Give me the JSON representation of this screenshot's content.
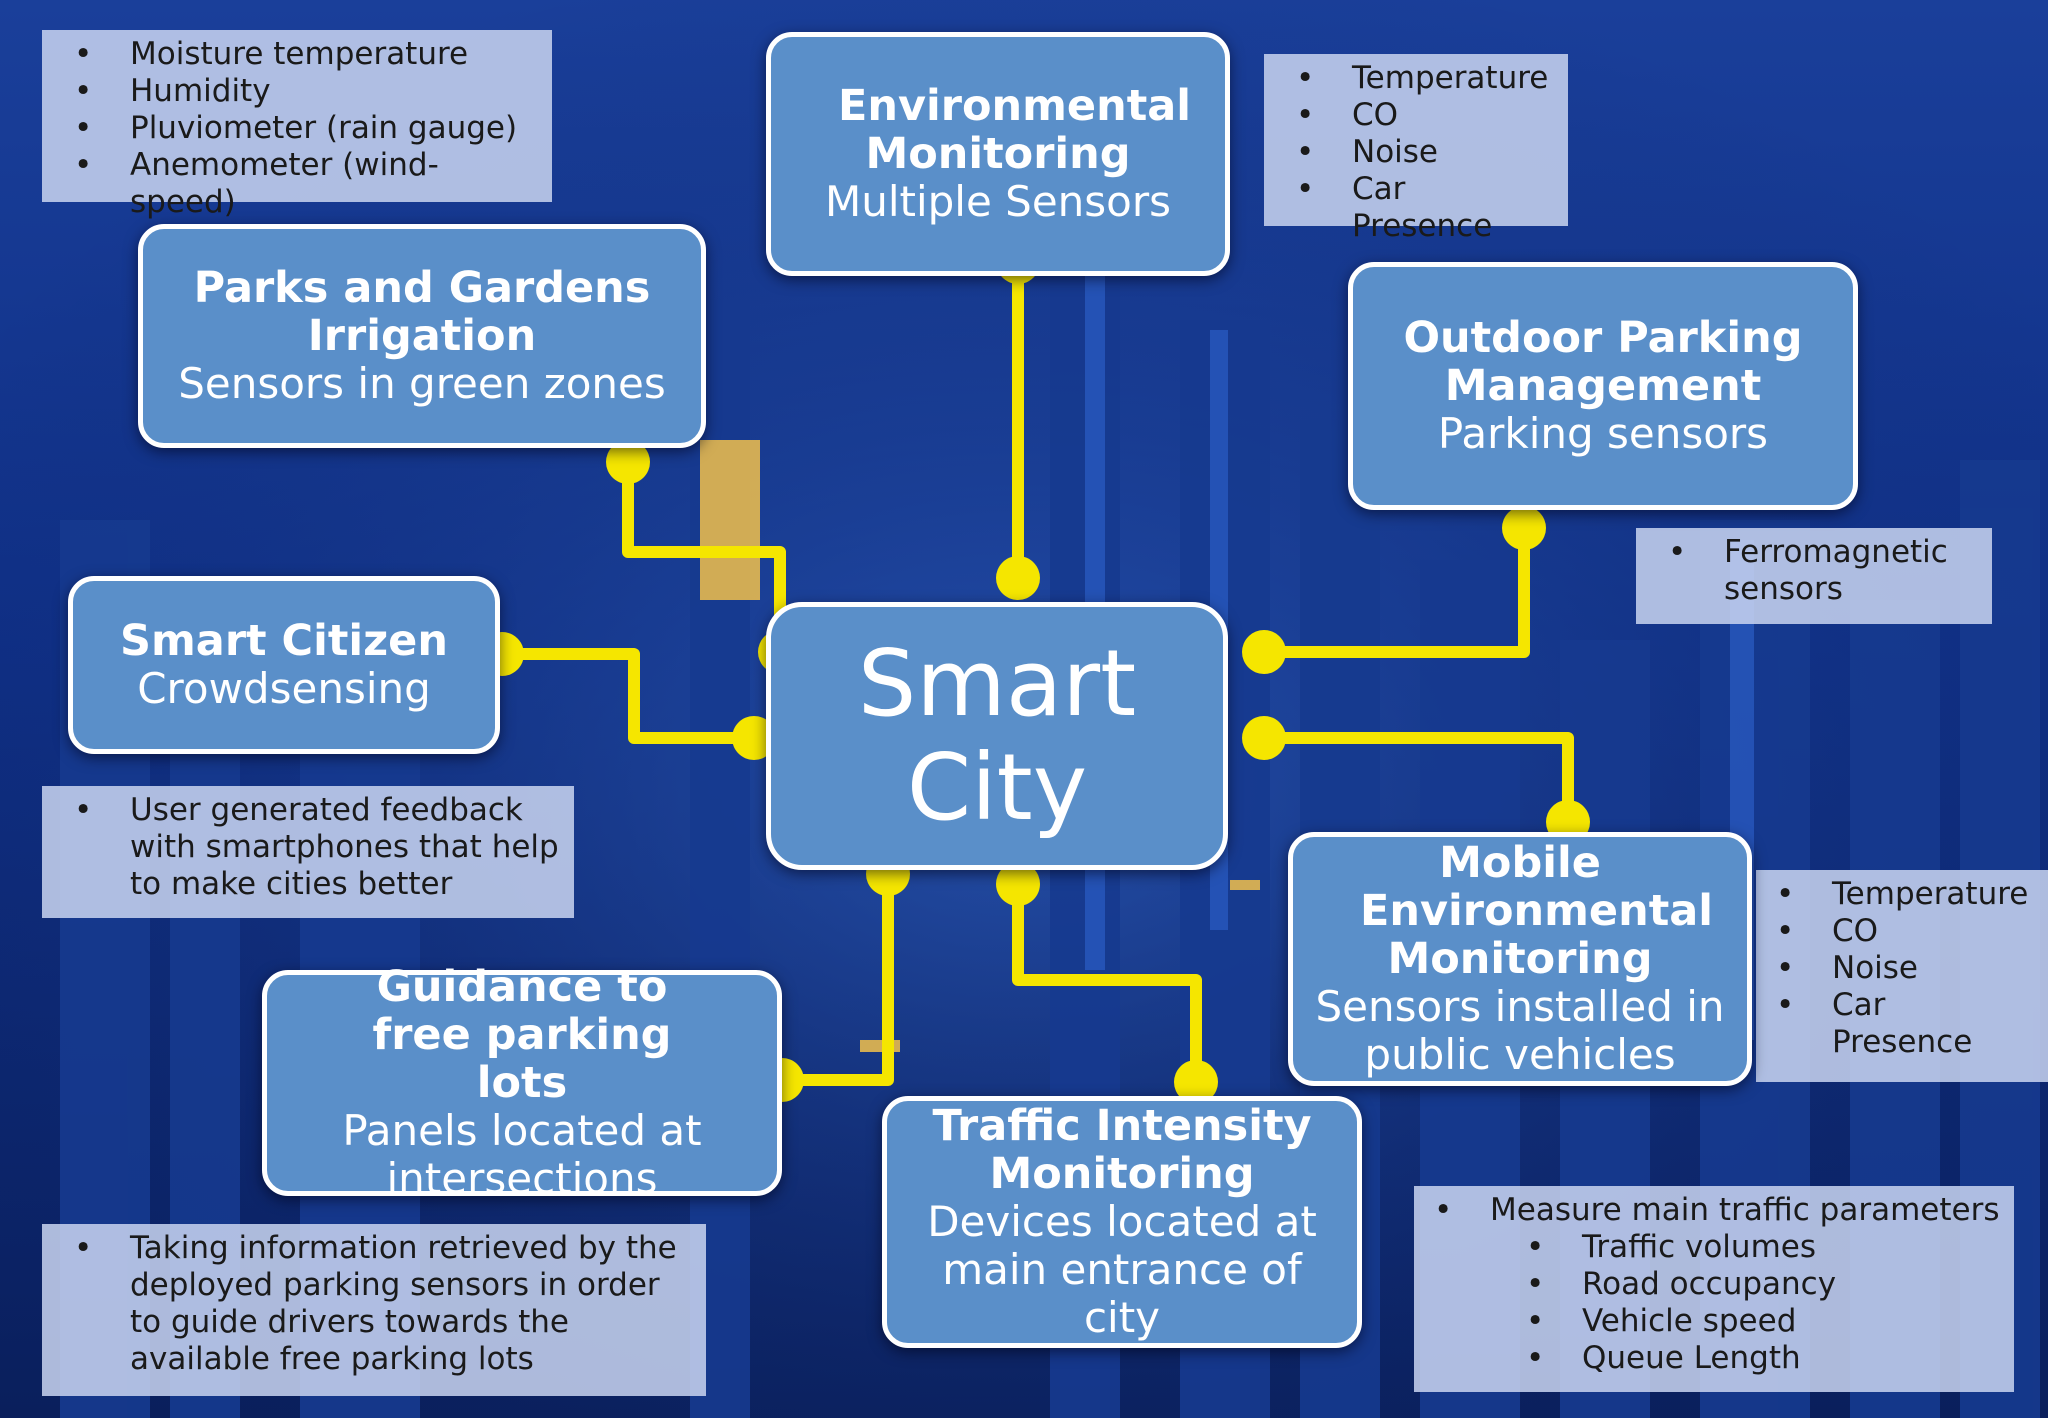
{
  "center": {
    "line1": "Smart",
    "line2": "City"
  },
  "nodes": {
    "env": {
      "title": "Environmental Monitoring",
      "subtitle": "Multiple Sensors"
    },
    "parks": {
      "title": "Parks and Gardens Irrigation",
      "subtitle": "Sensors in green zones"
    },
    "parking": {
      "title": "Outdoor Parking Management",
      "subtitle": "Parking sensors"
    },
    "citizen": {
      "title": "Smart Citizen",
      "subtitle": "Crowdsensing"
    },
    "mobile": {
      "title": "Mobile Environmental Monitoring",
      "subtitle": "Sensors installed in public vehicles"
    },
    "guidance": {
      "title": "Guidance to free parking lots",
      "subtitle": "Panels located at intersections"
    },
    "traffic": {
      "title": "Traffic Intensity Monitoring",
      "subtitle": "Devices located at main entrance of city"
    }
  },
  "notes": {
    "parks": [
      "Moisture temperature",
      "Humidity",
      "Pluviometer (rain gauge)",
      "Anemometer (wind-speed)"
    ],
    "env": [
      "Temperature",
      "CO",
      "Noise",
      "Car Presence"
    ],
    "parking": [
      "Ferromagnetic sensors"
    ],
    "citizen": [
      "User generated feedback with smartphones that help to make cities better"
    ],
    "mobile": [
      "Temperature",
      "CO",
      "Noise",
      "Car Presence"
    ],
    "guidance": [
      "Taking information retrieved by the deployed parking sensors in order to guide drivers towards the available free parking lots"
    ],
    "traffic": {
      "heading": "Measure main traffic parameters",
      "items": [
        "Traffic volumes",
        "Road occupancy",
        "Vehicle speed",
        "Queue Length"
      ]
    }
  },
  "colors": {
    "node_fill": "#5a8fc9",
    "node_border": "#ffffff",
    "connector": "#f5e600",
    "note_fill": "#c8d4f0",
    "background": "#0d2d7a"
  }
}
